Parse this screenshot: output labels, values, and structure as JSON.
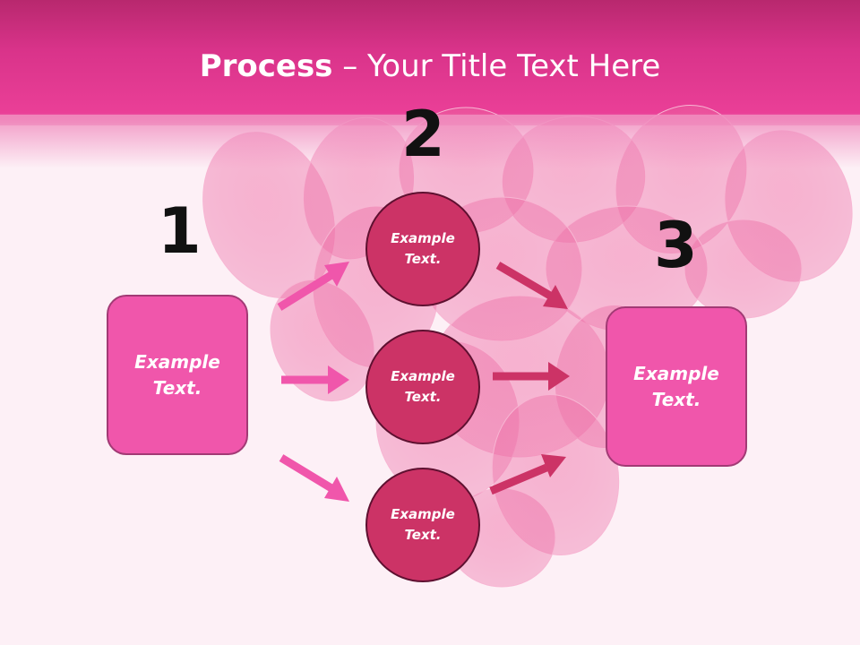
{
  "slide": {
    "title_bold": "Process",
    "title_rest": " – Your Title Text Here"
  },
  "steps": {
    "one": "1",
    "two": "2",
    "three": "3"
  },
  "left_box": {
    "text": "Example Text."
  },
  "right_box": {
    "text": "Example Text."
  },
  "circles": [
    {
      "text": "Example Text."
    },
    {
      "text": "Example Text."
    },
    {
      "text": "Example Text."
    }
  ],
  "colors": {
    "header": "#d9338a",
    "box_fill": "#f056ab",
    "circle_fill": "#cc3366",
    "arrow_left": "#f056ab",
    "arrow_right": "#cc3366"
  }
}
